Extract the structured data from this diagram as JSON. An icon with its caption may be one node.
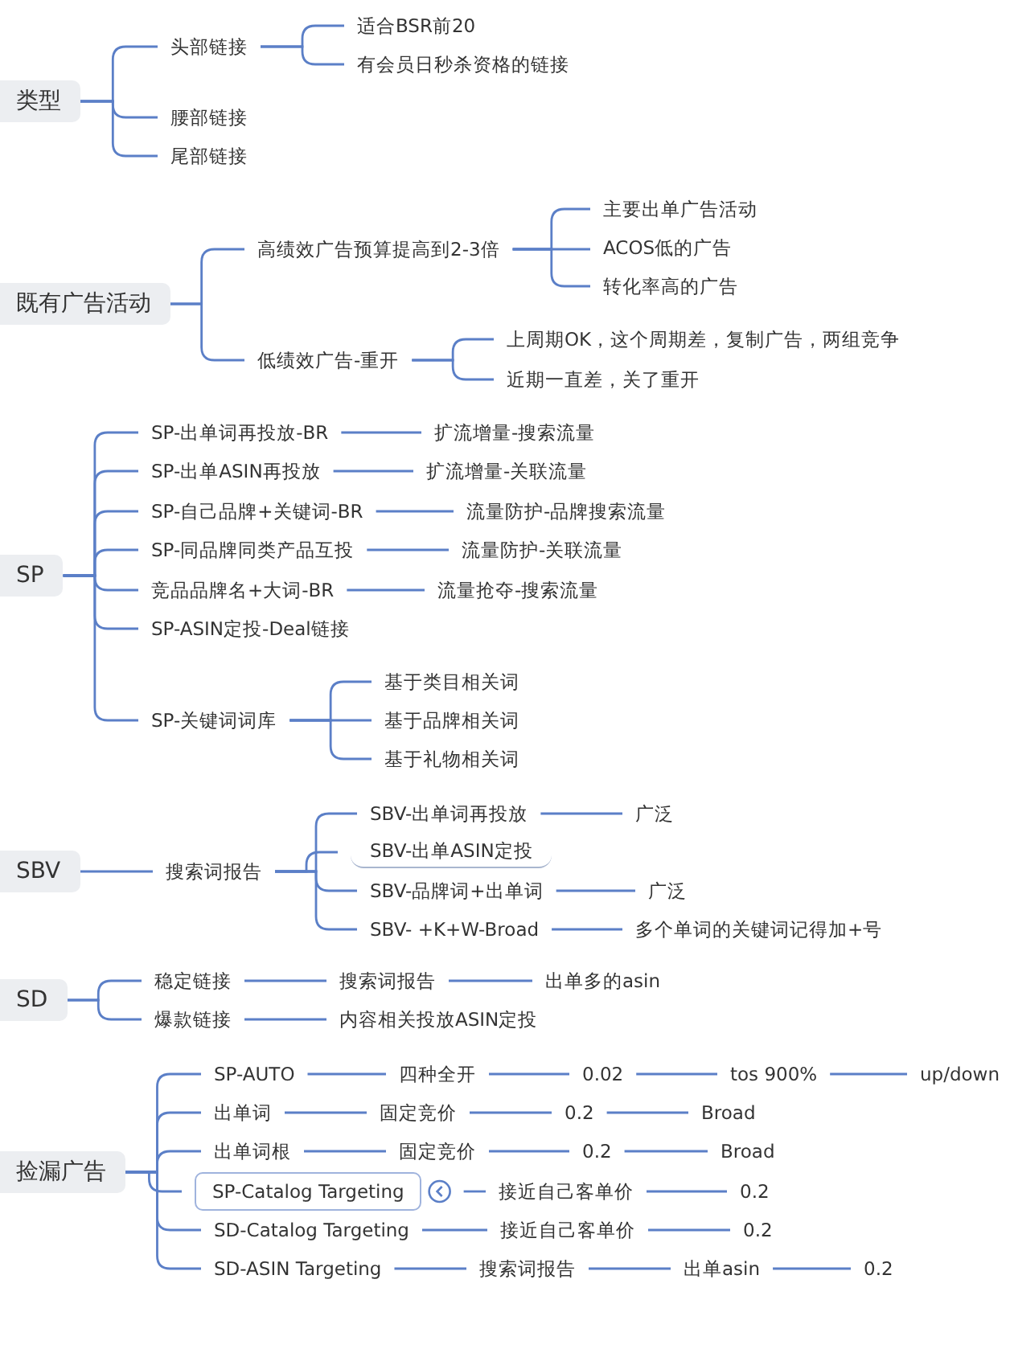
{
  "diagram": {
    "nodes": [
      {
        "text": [
          "类型"
        ]
      },
      {
        "text": [
          "头部链接"
        ]
      },
      {
        "text": [
          "适合BSR前20"
        ]
      },
      {
        "text": [
          "有会员日秒杀资格的链接"
        ]
      },
      {
        "text": [
          "腰部链接"
        ]
      },
      {
        "text": [
          "尾部链接"
        ]
      },
      {
        "text": [
          "既有广告活动"
        ]
      },
      {
        "text": [
          "高绩效广告预算提高到2-3倍"
        ]
      },
      {
        "text": [
          "主要出单广告活动"
        ]
      },
      {
        "text": [
          "ACOS低的广告"
        ]
      },
      {
        "text": [
          "转化率高的广告"
        ]
      },
      {
        "text": [
          "低绩效广告-重开"
        ]
      },
      {
        "text": [
          "上周期OK，这个周期差，复制广告，两组竞争"
        ]
      },
      {
        "text": [
          "近期一直差，关了重开"
        ]
      },
      {
        "text": [
          "SP"
        ]
      },
      {
        "text": [
          "SP-出单词再投放-BR"
        ]
      },
      {
        "text": [
          "扩流增量-搜索流量"
        ]
      },
      {
        "text": [
          "SP-出单ASIN再投放"
        ]
      },
      {
        "text": [
          "扩流增量-关联流量"
        ]
      },
      {
        "text": [
          "SP-自己品牌+关键词-BR"
        ]
      },
      {
        "text": [
          "流量防护-品牌搜索流量"
        ]
      },
      {
        "text": [
          "SP-同品牌同类产品互投"
        ]
      },
      {
        "text": [
          "流量防护-关联流量"
        ]
      },
      {
        "text": [
          "竞品品牌名+大词-BR"
        ]
      },
      {
        "text": [
          "流量抢夺-搜索流量"
        ]
      },
      {
        "text": [
          "SP-ASIN定投-Deal链接"
        ]
      },
      {
        "text": [
          "SP-关键词词库"
        ]
      },
      {
        "text": [
          "基于类目相关词"
        ]
      },
      {
        "text": [
          "基于品牌相关词"
        ]
      },
      {
        "text": [
          "基于礼物相关词"
        ]
      },
      {
        "text": [
          "SBV"
        ]
      },
      {
        "text": [
          "搜索词报告"
        ]
      },
      {
        "text": [
          "SBV-出单词再投放"
        ]
      },
      {
        "text": [
          "广泛"
        ]
      },
      {
        "text": [
          "SBV-出单ASIN定投"
        ]
      },
      {
        "text": [
          "SBV-品牌词+出单词"
        ]
      },
      {
        "text": [
          "广泛"
        ]
      },
      {
        "text": [
          "SBV- +K+W-Broad"
        ]
      },
      {
        "text": [
          "多个单词的关键词记得加+号"
        ]
      },
      {
        "text": [
          "SD"
        ]
      },
      {
        "text": [
          "稳定链接"
        ]
      },
      {
        "text": [
          "搜索词报告"
        ]
      },
      {
        "text": [
          "出单多的asin"
        ]
      },
      {
        "text": [
          "爆款链接"
        ]
      },
      {
        "text": [
          "内容相关投放ASIN定投"
        ]
      },
      {
        "text": [
          "捡漏广告"
        ]
      },
      {
        "text": [
          "SP-AUTO"
        ]
      },
      {
        "text": [
          "四种全开"
        ]
      },
      {
        "text": [
          "0.02"
        ]
      },
      {
        "text": [
          "tos 900%"
        ]
      },
      {
        "text": [
          "up/down"
        ]
      },
      {
        "text": [
          "出单词"
        ]
      },
      {
        "text": [
          "固定竞价"
        ]
      },
      {
        "text": [
          "0.2"
        ]
      },
      {
        "text": [
          "Broad"
        ]
      },
      {
        "text": [
          "出单词根"
        ]
      },
      {
        "text": [
          "固定竞价"
        ]
      },
      {
        "text": [
          "0.2"
        ]
      },
      {
        "text": [
          "Broad"
        ]
      },
      {
        "text": [
          "SP-Catalog Targeting"
        ]
      },
      {
        "text": [
          "接近自己客单价"
        ]
      },
      {
        "text": [
          "0.2"
        ]
      },
      {
        "text": [
          "SD-Catalog Targeting"
        ]
      },
      {
        "text": [
          "接近自己客单价"
        ]
      },
      {
        "text": [
          "0.2"
        ]
      },
      {
        "text": [
          "SD-ASIN Targeting"
        ]
      },
      {
        "text": [
          "搜索词报告"
        ]
      },
      {
        "text": [
          "出单asin"
        ]
      },
      {
        "text": [
          "0.2"
        ]
      }
    ],
    "edges": [
      {
        "from": 0,
        "to": 1,
        "arrow": "none"
      },
      {
        "from": 1,
        "to": 2,
        "arrow": "none"
      },
      {
        "from": 1,
        "to": 3,
        "arrow": "none"
      },
      {
        "from": 0,
        "to": 4,
        "arrow": "none"
      },
      {
        "from": 0,
        "to": 5,
        "arrow": "none"
      },
      {
        "from": 6,
        "to": 7,
        "arrow": "none"
      },
      {
        "from": 7,
        "to": 8,
        "arrow": "none"
      },
      {
        "from": 7,
        "to": 9,
        "arrow": "none"
      },
      {
        "from": 7,
        "to": 10,
        "arrow": "none"
      },
      {
        "from": 6,
        "to": 11,
        "arrow": "none"
      },
      {
        "from": 11,
        "to": 12,
        "arrow": "none"
      },
      {
        "from": 11,
        "to": 13,
        "arrow": "none"
      },
      {
        "from": 14,
        "to": 15,
        "arrow": "none"
      },
      {
        "from": 15,
        "to": 16,
        "arrow": "none"
      },
      {
        "from": 14,
        "to": 17,
        "arrow": "none"
      },
      {
        "from": 17,
        "to": 18,
        "arrow": "none"
      },
      {
        "from": 14,
        "to": 19,
        "arrow": "none"
      },
      {
        "from": 19,
        "to": 20,
        "arrow": "none"
      },
      {
        "from": 14,
        "to": 21,
        "arrow": "none"
      },
      {
        "from": 21,
        "to": 22,
        "arrow": "none"
      },
      {
        "from": 14,
        "to": 23,
        "arrow": "none"
      },
      {
        "from": 23,
        "to": 24,
        "arrow": "none"
      },
      {
        "from": 14,
        "to": 25,
        "arrow": "none"
      },
      {
        "from": 14,
        "to": 26,
        "arrow": "none"
      },
      {
        "from": 26,
        "to": 27,
        "arrow": "none"
      },
      {
        "from": 26,
        "to": 28,
        "arrow": "none"
      },
      {
        "from": 26,
        "to": 29,
        "arrow": "none"
      },
      {
        "from": 30,
        "to": 31,
        "arrow": "none"
      },
      {
        "from": 31,
        "to": 32,
        "arrow": "none"
      },
      {
        "from": 32,
        "to": 33,
        "arrow": "none"
      },
      {
        "from": 31,
        "to": 34,
        "arrow": "none"
      },
      {
        "from": 31,
        "to": 35,
        "arrow": "none"
      },
      {
        "from": 35,
        "to": 36,
        "arrow": "none"
      },
      {
        "from": 31,
        "to": 37,
        "arrow": "none"
      },
      {
        "from": 37,
        "to": 38,
        "arrow": "none"
      },
      {
        "from": 39,
        "to": 40,
        "arrow": "none"
      },
      {
        "from": 40,
        "to": 41,
        "arrow": "none"
      },
      {
        "from": 41,
        "to": 42,
        "arrow": "none"
      },
      {
        "from": 39,
        "to": 43,
        "arrow": "none"
      },
      {
        "from": 43,
        "to": 44,
        "arrow": "none"
      },
      {
        "from": 45,
        "to": 46,
        "arrow": "none"
      },
      {
        "from": 46,
        "to": 47,
        "arrow": "none"
      },
      {
        "from": 47,
        "to": 48,
        "arrow": "none"
      },
      {
        "from": 48,
        "to": 49,
        "arrow": "none"
      },
      {
        "from": 49,
        "to": 50,
        "arrow": "none"
      },
      {
        "from": 45,
        "to": 51,
        "arrow": "none"
      },
      {
        "from": 51,
        "to": 52,
        "arrow": "none"
      },
      {
        "from": 52,
        "to": 53,
        "arrow": "none"
      },
      {
        "from": 53,
        "to": 54,
        "arrow": "none"
      },
      {
        "from": 45,
        "to": 55,
        "arrow": "none"
      },
      {
        "from": 55,
        "to": 56,
        "arrow": "none"
      },
      {
        "from": 56,
        "to": 57,
        "arrow": "none"
      },
      {
        "from": 57,
        "to": 58,
        "arrow": "none"
      },
      {
        "from": 45,
        "to": 59,
        "arrow": "none"
      },
      {
        "from": 59,
        "to": 60,
        "arrow": "none"
      },
      {
        "from": 60,
        "to": 61,
        "arrow": "none"
      },
      {
        "from": 45,
        "to": 62,
        "arrow": "none"
      },
      {
        "from": 62,
        "to": 63,
        "arrow": "none"
      },
      {
        "from": 63,
        "to": 64,
        "arrow": "none"
      },
      {
        "from": 45,
        "to": 65,
        "arrow": "none"
      },
      {
        "from": 65,
        "to": 66,
        "arrow": "none"
      },
      {
        "from": 66,
        "to": 67,
        "arrow": "none"
      },
      {
        "from": 67,
        "to": 68,
        "arrow": "none"
      }
    ]
  }
}
